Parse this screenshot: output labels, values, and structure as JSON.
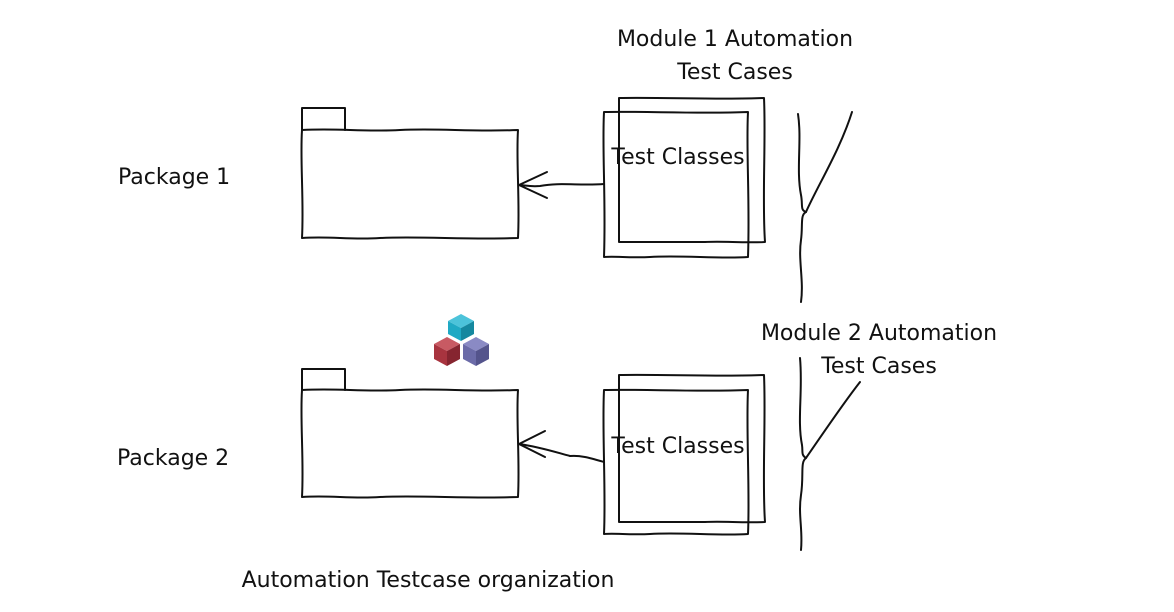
{
  "diagram": {
    "caption": "Automation Testcase organization",
    "packages": [
      {
        "label": "Package 1"
      },
      {
        "label": "Package 2"
      }
    ],
    "test_groups": [
      {
        "heading_line1": "Module 1 Automation",
        "heading_line2": "Test Cases",
        "box_label": "Test Classes"
      },
      {
        "heading_line1": "Module 2 Automation",
        "heading_line2": "Test Cases",
        "box_label": "Test Classes"
      }
    ],
    "colors": {
      "package_fill": "#7AC7F0",
      "module1_box_fill": "#E3E3E3",
      "module2_box_fill": "#FFFFFF",
      "stroke": "#111111",
      "logo_cube_top": "#1FA9C4",
      "logo_cube_left": "#A8343F",
      "logo_cube_right": "#6B6BA8"
    },
    "icons": [
      "package-icon",
      "stacked-cubes-logo-icon",
      "arrow-head-icon",
      "curly-brace-icon"
    ]
  }
}
